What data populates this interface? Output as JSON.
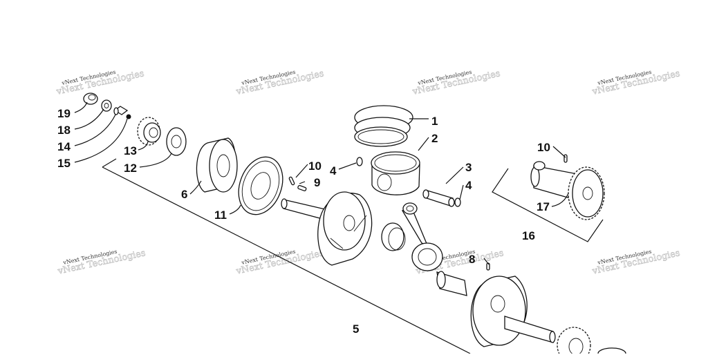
{
  "diagram": {
    "watermark_text": "vNext Technologies",
    "callouts": [
      {
        "id": "c1",
        "label": "1"
      },
      {
        "id": "c2",
        "label": "2"
      },
      {
        "id": "c3",
        "label": "3"
      },
      {
        "id": "c4a",
        "label": "4"
      },
      {
        "id": "c4b",
        "label": "4"
      },
      {
        "id": "c5",
        "label": "5"
      },
      {
        "id": "c6",
        "label": "6"
      },
      {
        "id": "c8",
        "label": "8"
      },
      {
        "id": "c9",
        "label": "9"
      },
      {
        "id": "c10a",
        "label": "10"
      },
      {
        "id": "c10b",
        "label": "10"
      },
      {
        "id": "c11",
        "label": "11"
      },
      {
        "id": "c12",
        "label": "12"
      },
      {
        "id": "c13",
        "label": "13"
      },
      {
        "id": "c14",
        "label": "14"
      },
      {
        "id": "c15",
        "label": "15"
      },
      {
        "id": "c16",
        "label": "16"
      },
      {
        "id": "c17",
        "label": "17"
      },
      {
        "id": "c18",
        "label": "18"
      },
      {
        "id": "c19",
        "label": "19"
      }
    ]
  }
}
